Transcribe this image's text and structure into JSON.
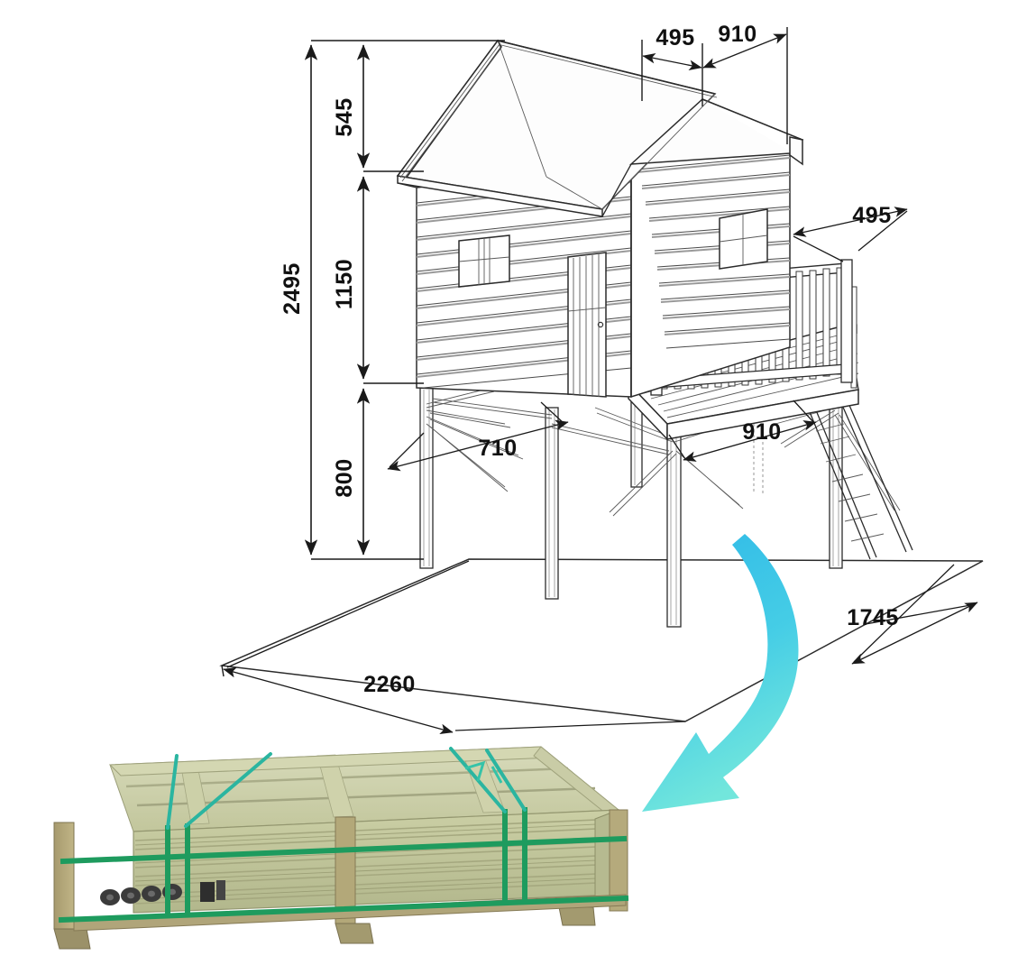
{
  "drawing": {
    "title": "Elevated timber playhouse dimensioned assembly drawing",
    "units_note": "mm",
    "background_color": "#ffffff",
    "line_color": "#1a1a1a",
    "accent_color": "#35c6ec"
  },
  "dimensions": {
    "overall_height": "2495",
    "roof_height": "545",
    "wall_height": "1150",
    "stilt_height": "800",
    "roof_overhang_left": "495",
    "gable_width": "910",
    "deck_step_depth": "710",
    "deck_width": "910",
    "deck_overhang_right": "495",
    "overall_width": "2260",
    "overall_depth": "1745"
  },
  "labels": [
    {
      "id": "overall-height",
      "value": "2495",
      "orientation": "vertical"
    },
    {
      "id": "roof-height",
      "value": "545",
      "orientation": "vertical"
    },
    {
      "id": "wall-height",
      "value": "1150",
      "orientation": "vertical"
    },
    {
      "id": "stilt-height",
      "value": "800",
      "orientation": "vertical"
    },
    {
      "id": "roof-overhang-left",
      "value": "495",
      "orientation": "horizontal"
    },
    {
      "id": "gable-width",
      "value": "910",
      "orientation": "horizontal"
    },
    {
      "id": "deck-overhang-right",
      "value": "495",
      "orientation": "horizontal"
    },
    {
      "id": "deck-step-depth",
      "value": "710",
      "orientation": "horizontal"
    },
    {
      "id": "deck-width",
      "value": "910",
      "orientation": "horizontal"
    },
    {
      "id": "overall-width",
      "value": "2260",
      "orientation": "horizontal"
    },
    {
      "id": "overall-depth",
      "value": "1745",
      "orientation": "horizontal"
    }
  ],
  "playhouse": {
    "description": "Wooden tower playhouse on stilts with gable roof, clapboard siding, two windows, door, railed deck and access ladder",
    "parts": [
      "gable-roof",
      "clapboard-walls",
      "window-left",
      "window-right",
      "door",
      "deck",
      "balustrade",
      "support-posts",
      "diagonal-braces",
      "ladder"
    ]
  },
  "arrow": {
    "name": "curved-down-arrow",
    "color_start": "#2fb9e8",
    "color_end": "#6fe4dd"
  },
  "crate": {
    "caption": "",
    "description": "Flat-packed timber playhouse kit banded on a pallet crate",
    "wood_color": "#bfc39a",
    "strap_color": "#1e9b5e",
    "frame_color": "#9a8a5d"
  }
}
